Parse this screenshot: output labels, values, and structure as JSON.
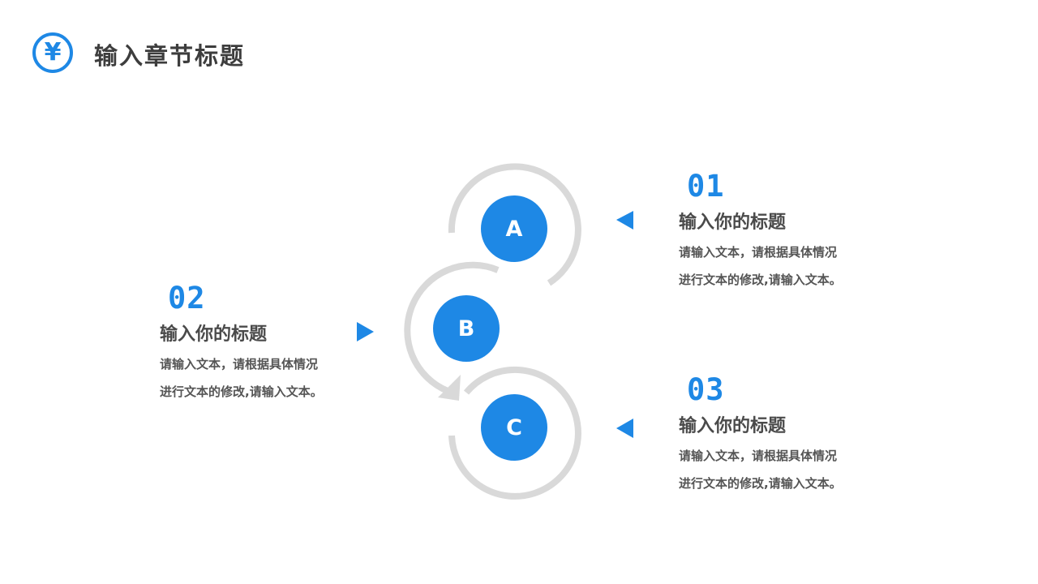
{
  "header": {
    "icon_glyph": "¥",
    "icon_name": "yen-icon",
    "title": "输入章节标题"
  },
  "colors": {
    "accent": "#1e88e5",
    "ring": "#d9d9d9",
    "text": "#4a4a4a"
  },
  "diagram": {
    "letters": [
      "A",
      "B",
      "C"
    ]
  },
  "blocks": [
    {
      "number": "01",
      "title": "输入你的标题",
      "lines": [
        "请输入文本，请根据具体情况",
        "进行文本的修改,请输入文本。"
      ]
    },
    {
      "number": "02",
      "title": "输入你的标题",
      "lines": [
        "请输入文本，请根据具体情况",
        "进行文本的修改,请输入文本。"
      ]
    },
    {
      "number": "03",
      "title": "输入你的标题",
      "lines": [
        "请输入文本，请根据具体情况",
        "进行文本的修改,请输入文本。"
      ]
    }
  ]
}
